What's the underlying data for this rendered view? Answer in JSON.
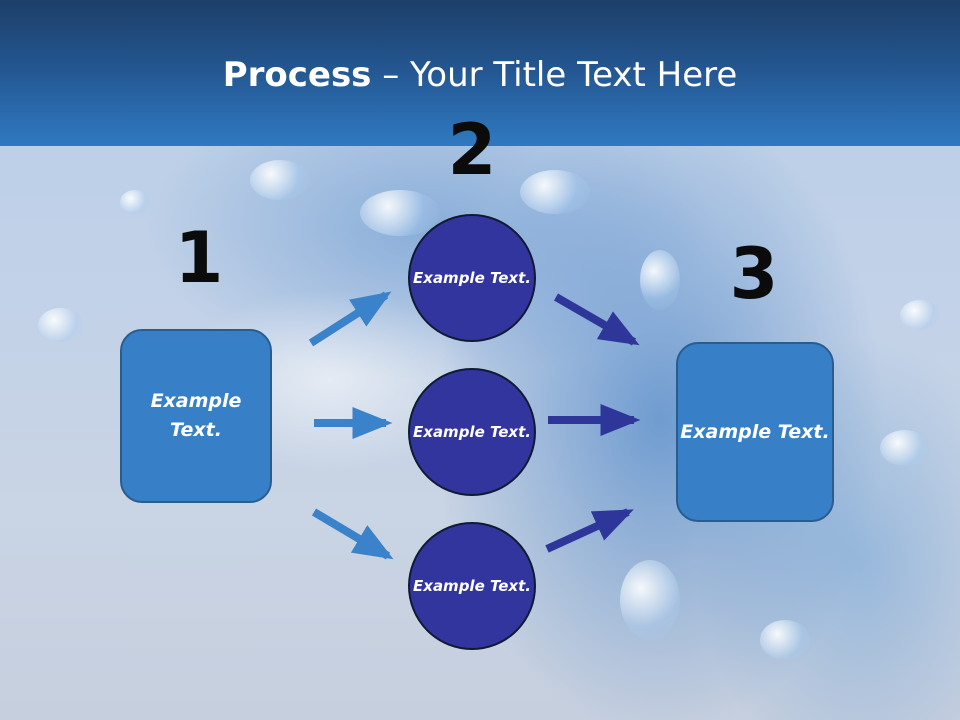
{
  "title": {
    "bold": "Process",
    "rest": " – Your Title Text Here"
  },
  "steps": {
    "one": {
      "number": "1",
      "box_text": "Example Text."
    },
    "two": {
      "number": "2",
      "circles": [
        "Example Text.",
        "Example Text.",
        "Example Text."
      ]
    },
    "three": {
      "number": "3",
      "box_text": "Example Text."
    }
  },
  "colors": {
    "header": "#23558f",
    "box_fill": "#3780c7",
    "circle_fill": "#32359d",
    "arrow_light": "#3a82c9",
    "arrow_dark": "#2e3799"
  }
}
